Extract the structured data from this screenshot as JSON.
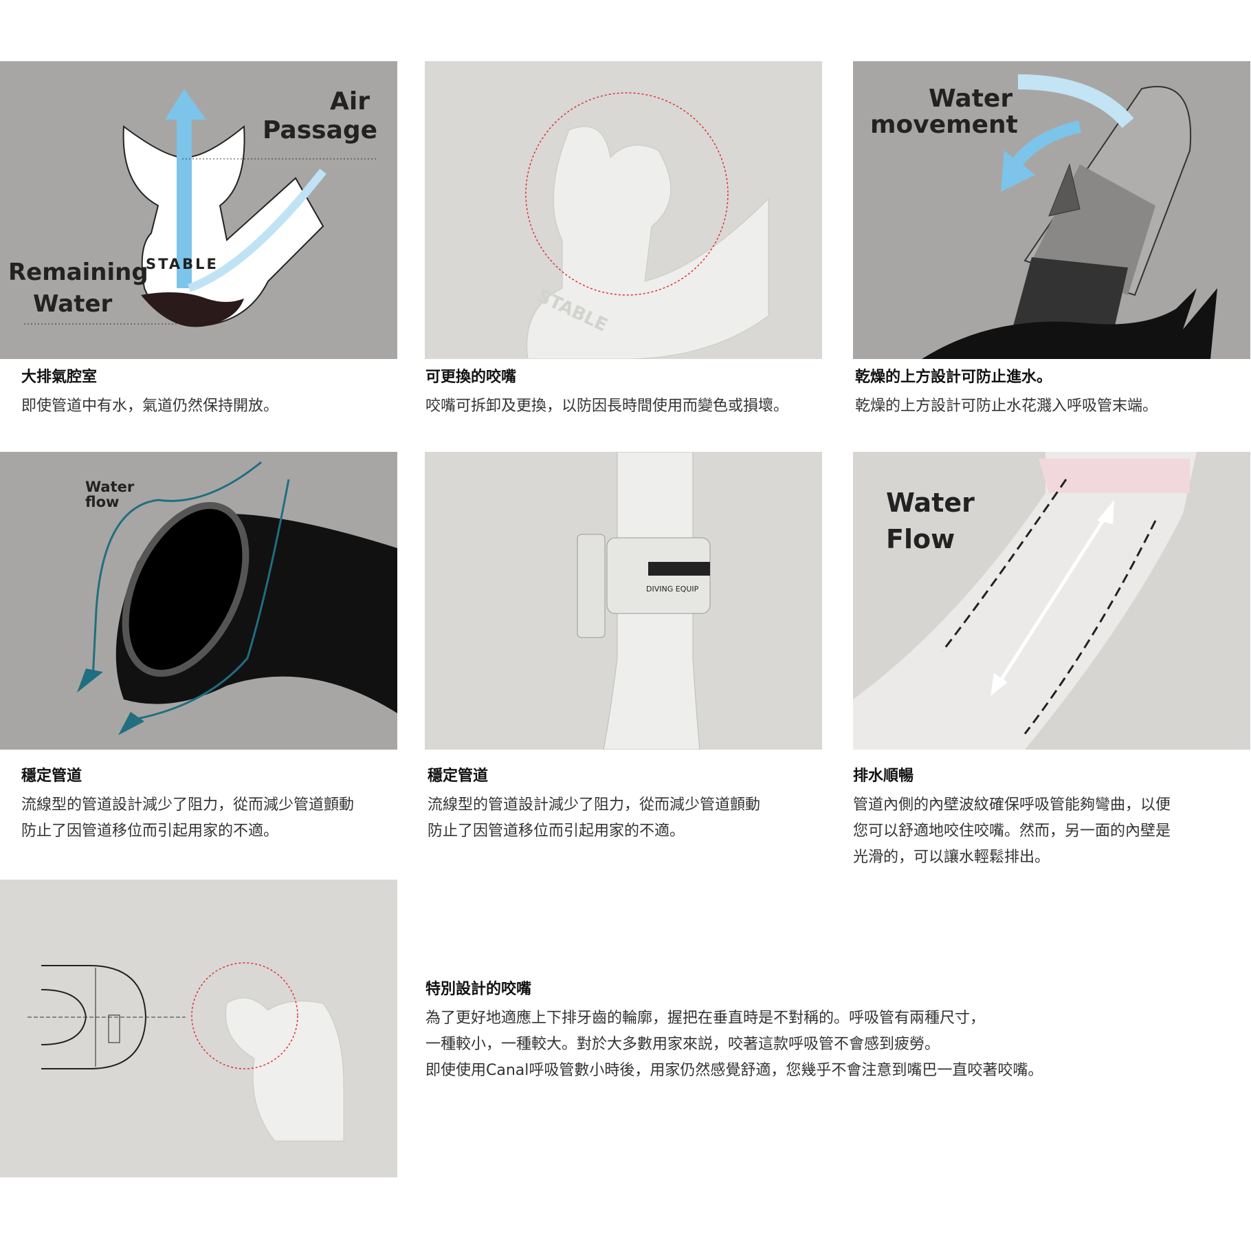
{
  "features": [
    {
      "title": "大排氣腔室",
      "lines": [
        "即使管道中有水，氣道仍然保持開放。"
      ],
      "labels": {
        "air": "Air",
        "passage": "Passage",
        "remaining": "Remaining",
        "water": "Water",
        "brand": "STABLE"
      }
    },
    {
      "title": "可更換的咬嘴",
      "lines": [
        "咬嘴可拆卸及更換，以防因長時間使用而變色或損壞。"
      ],
      "labels": {
        "brand": "STABLE"
      }
    },
    {
      "title": "乾燥的上方設計可防止進水。",
      "lines": [
        "乾燥的上方設計可防止水花濺入呼吸管末端。"
      ],
      "labels": {
        "water": "Water",
        "movement": "movement"
      }
    },
    {
      "title": "穩定管道",
      "lines": [
        "流線型的管道設計減少了阻力，從而減少管道顫動",
        "防止了因管道移位而引起用家的不適。"
      ],
      "labels": {
        "water": "Water",
        "flow": "flow"
      }
    },
    {
      "title": "穩定管道",
      "lines": [
        "流線型的管道設計減少了阻力，從而減少管道顫動",
        "防止了因管道移位而引起用家的不適。"
      ],
      "labels": {
        "brand": "DIVING EQUIP"
      }
    },
    {
      "title": "排水順暢",
      "lines": [
        "管道內側的內壁波紋確保呼吸管能夠彎曲，以便",
        "您可以舒適地咬住咬嘴。然而，另一面的內壁是",
        "光滑的，可以讓水輕鬆排出。"
      ],
      "labels": {
        "water": "Water",
        "flow": "Flow"
      }
    },
    {
      "title": "特別設計的咬嘴",
      "lines": [
        "為了更好地適應上下排牙齒的輪廓，握把在垂直時是不對稱的。呼吸管有兩種尺寸，",
        "一種較小，一種較大。對於大多數用家來説，咬著這款呼吸管不會感到疲勞。",
        "即使使用Canal呼吸管數小時後，用家仍然感覺舒適，您幾乎不會注意到嘴巴一直咬著咬嘴。"
      ]
    }
  ],
  "colors": {
    "arrow_blue": "#7cc4ea",
    "teal": "#1f6f80",
    "dashed_red": "#e03030"
  }
}
